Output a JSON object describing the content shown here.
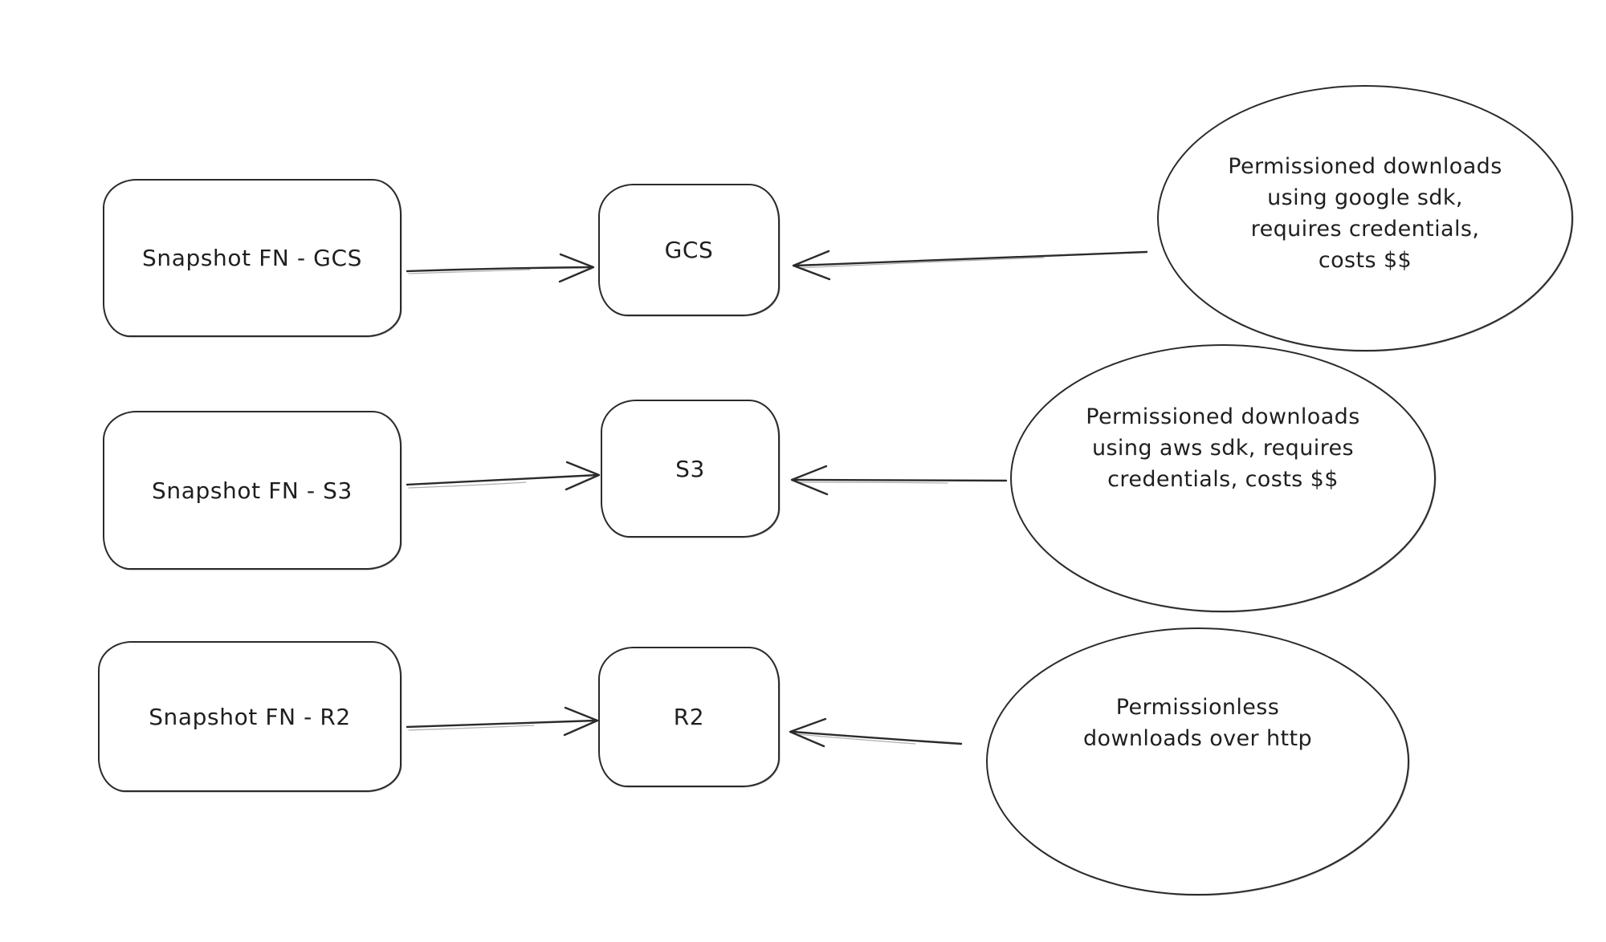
{
  "canvas": {
    "background": "#ffffff",
    "ink": "#2b2b2b",
    "text_color": "#1f1f1f"
  },
  "rows": [
    {
      "id": "gcs",
      "source_label": "Snapshot FN - GCS",
      "target_label": "GCS",
      "note_lines": [
        "Permissioned downloads",
        "using google sdk,",
        "requires credentials,",
        "costs $$"
      ]
    },
    {
      "id": "s3",
      "source_label": "Snapshot FN - S3",
      "target_label": "S3",
      "note_lines": [
        "Permissioned downloads",
        "using aws sdk, requires",
        "credentials, costs $$"
      ]
    },
    {
      "id": "r2",
      "source_label": "Snapshot FN - R2",
      "target_label": "R2",
      "note_lines": [
        "Permissionless",
        "downloads over http"
      ]
    }
  ]
}
